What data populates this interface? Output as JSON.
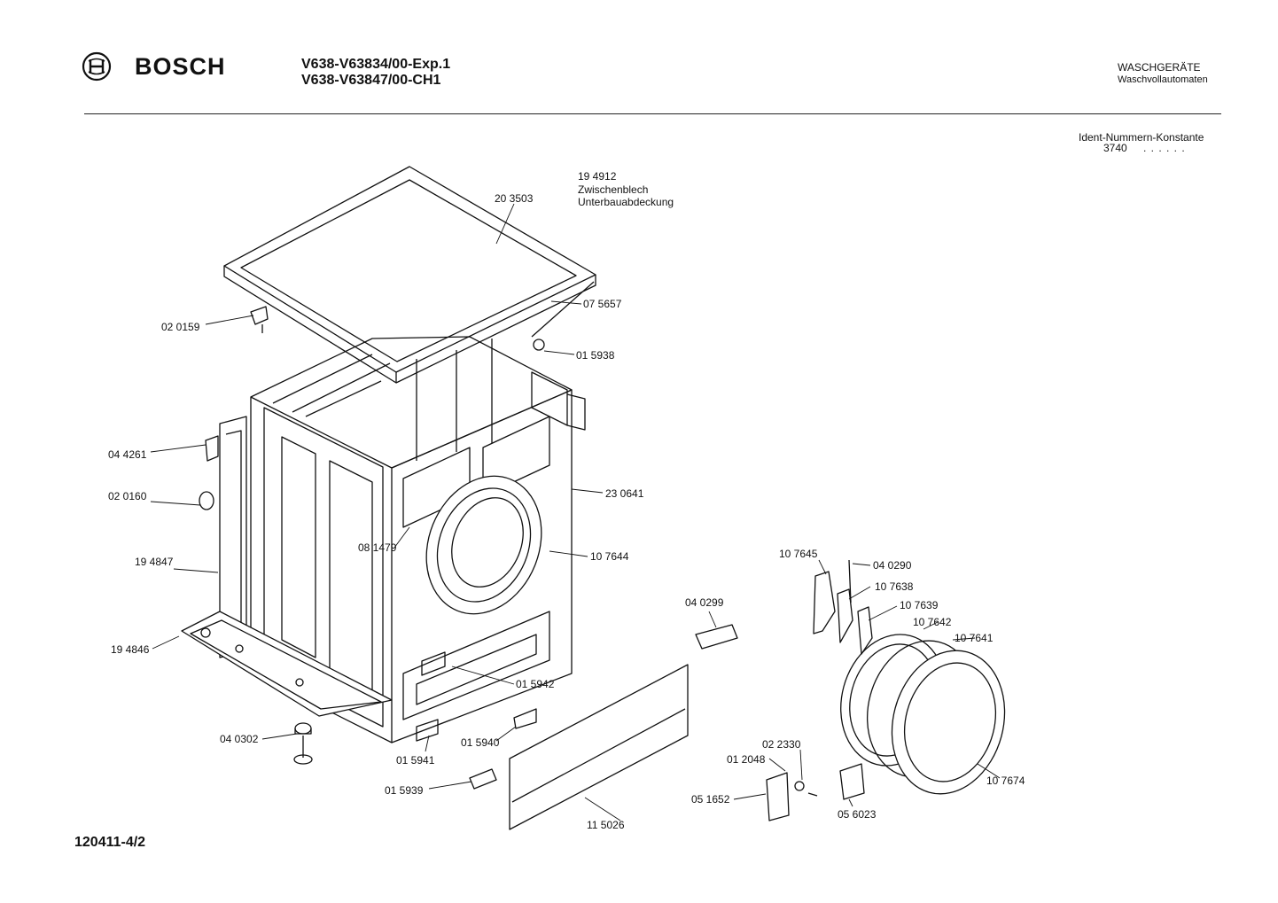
{
  "header": {
    "brand": "BOSCH",
    "models": [
      "V638-V63834/00-Exp.1",
      "V638-V63847/00-CH1"
    ],
    "category": "WASCHGERÄTE",
    "subcategory": "Waschvollautomaten",
    "ident_label": "Ident-Nummern-Konstante",
    "ident_value": "3740",
    "ident_suffix": ". .  . . . ."
  },
  "note": {
    "number": "19 4912",
    "line1": "Zwischenblech",
    "line2": "Unterbauabdeckung"
  },
  "parts": [
    {
      "id": "p203503",
      "number": "20 3503"
    },
    {
      "id": "p075657",
      "number": "07 5657"
    },
    {
      "id": "p020159",
      "number": "02 0159"
    },
    {
      "id": "p015938",
      "number": "01 5938"
    },
    {
      "id": "p044261",
      "number": "04 4261"
    },
    {
      "id": "p230641",
      "number": "23 0641"
    },
    {
      "id": "p020160",
      "number": "02 0160"
    },
    {
      "id": "p081479",
      "number": "08 1479"
    },
    {
      "id": "p194847",
      "number": "19 4847"
    },
    {
      "id": "p107644",
      "number": "10 7644"
    },
    {
      "id": "p107645",
      "number": "10 7645"
    },
    {
      "id": "p040290",
      "number": "04 0290"
    },
    {
      "id": "p107638",
      "number": "10 7638"
    },
    {
      "id": "p040299",
      "number": "04 0299"
    },
    {
      "id": "p107639",
      "number": "10 7639"
    },
    {
      "id": "p107642",
      "number": "10 7642"
    },
    {
      "id": "p107641",
      "number": "10 7641"
    },
    {
      "id": "p194846",
      "number": "19 4846"
    },
    {
      "id": "p015942",
      "number": "01 5942"
    },
    {
      "id": "p040302",
      "number": "04 0302"
    },
    {
      "id": "p015940",
      "number": "01 5940"
    },
    {
      "id": "p015941",
      "number": "01 5941"
    },
    {
      "id": "p022330",
      "number": "02 2330"
    },
    {
      "id": "p012048",
      "number": "01 2048"
    },
    {
      "id": "p107674",
      "number": "10 7674"
    },
    {
      "id": "p015939",
      "number": "01 5939"
    },
    {
      "id": "p051652",
      "number": "05 1652"
    },
    {
      "id": "p115026",
      "number": "11 5026"
    },
    {
      "id": "p056023",
      "number": "05 6023"
    }
  ],
  "footer": {
    "doc_number": "120411-4/2"
  }
}
